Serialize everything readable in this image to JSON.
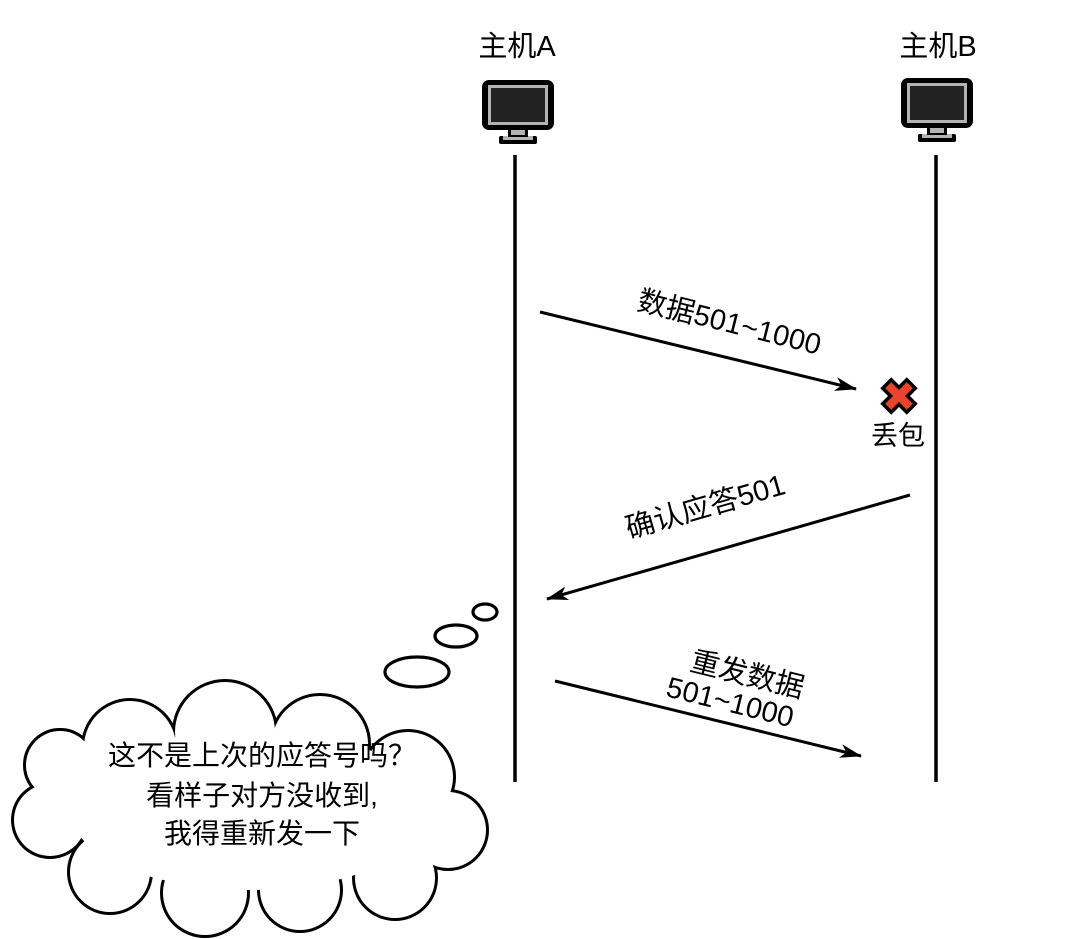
{
  "diagram": {
    "hosts": [
      {
        "label": "主机A"
      },
      {
        "label": "主机B"
      }
    ],
    "messages": [
      {
        "label": "数据501~1000",
        "direction": "A-to-B"
      },
      {
        "label": "确认应答501",
        "direction": "B-to-A"
      },
      {
        "highlight": "重发",
        "rest": "数据",
        "line2": "501~1000",
        "direction": "A-to-B"
      }
    ],
    "packet_loss": {
      "label": "丢包"
    },
    "thought_bubble": {
      "lines": [
        "这不是上次的应答号吗？",
        "看样子对方没收到,",
        "我得重新发一下"
      ]
    },
    "colors": {
      "highlight_red": "#fa1e1e",
      "cross_red": "#e8432c",
      "stroke": "#000000",
      "background": "#ffffff"
    }
  }
}
